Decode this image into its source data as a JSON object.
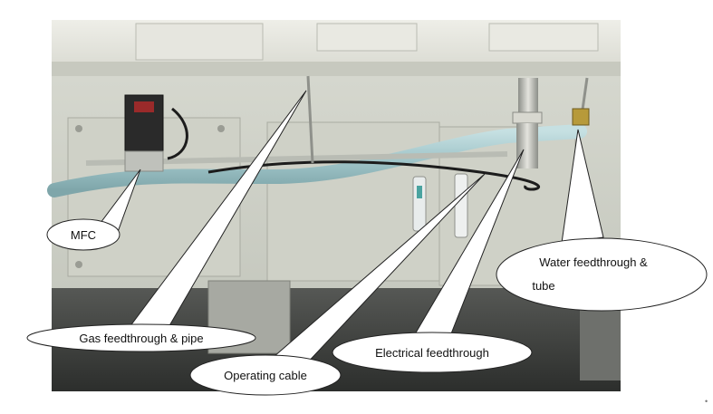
{
  "labels": {
    "mfc": "MFC",
    "gas": "Gas feedthrough & pipe",
    "operating_cable": "Operating cable",
    "electrical": "Electrical feedthrough",
    "water_line1": "Water feedthrough &",
    "water_line2": "tube"
  },
  "colors": {
    "wall": "#cdd0c6",
    "cabinet": "#dadcd2",
    "panel": "#c9cbc1",
    "tube": "#9fc4c8",
    "floor": "#3a3c3a",
    "callout_fill": "#ffffff",
    "callout_stroke": "#222222"
  }
}
